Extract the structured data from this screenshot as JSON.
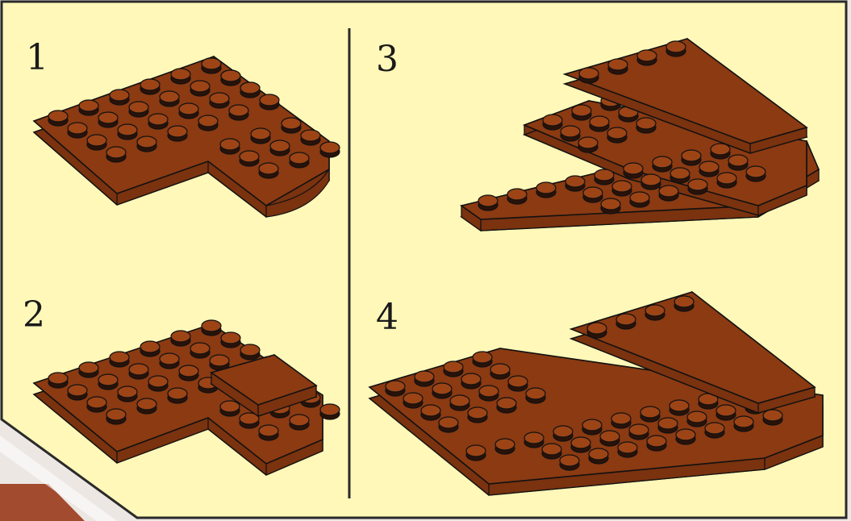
{
  "page": {
    "background_color": "#fff8b8",
    "outer_color": "#ece7e3",
    "frame_color": "#2a2a2a",
    "corner_stripe_color": "#9a3a1a"
  },
  "brick": {
    "color_name": "reddish brown",
    "top_color": "#8b3a12",
    "side_color": "#7a320f",
    "stud_top_color": "#9c4416",
    "stud_shadow_color": "#2a1209",
    "outline_color": "#111111"
  },
  "steps": [
    {
      "number": "1",
      "icon": "plate-assembly-l-shape"
    },
    {
      "number": "2",
      "icon": "plate-assembly-with-tile"
    },
    {
      "number": "3",
      "icon": "plate-assembly-wing"
    },
    {
      "number": "4",
      "icon": "plate-assembly-complete"
    }
  ]
}
